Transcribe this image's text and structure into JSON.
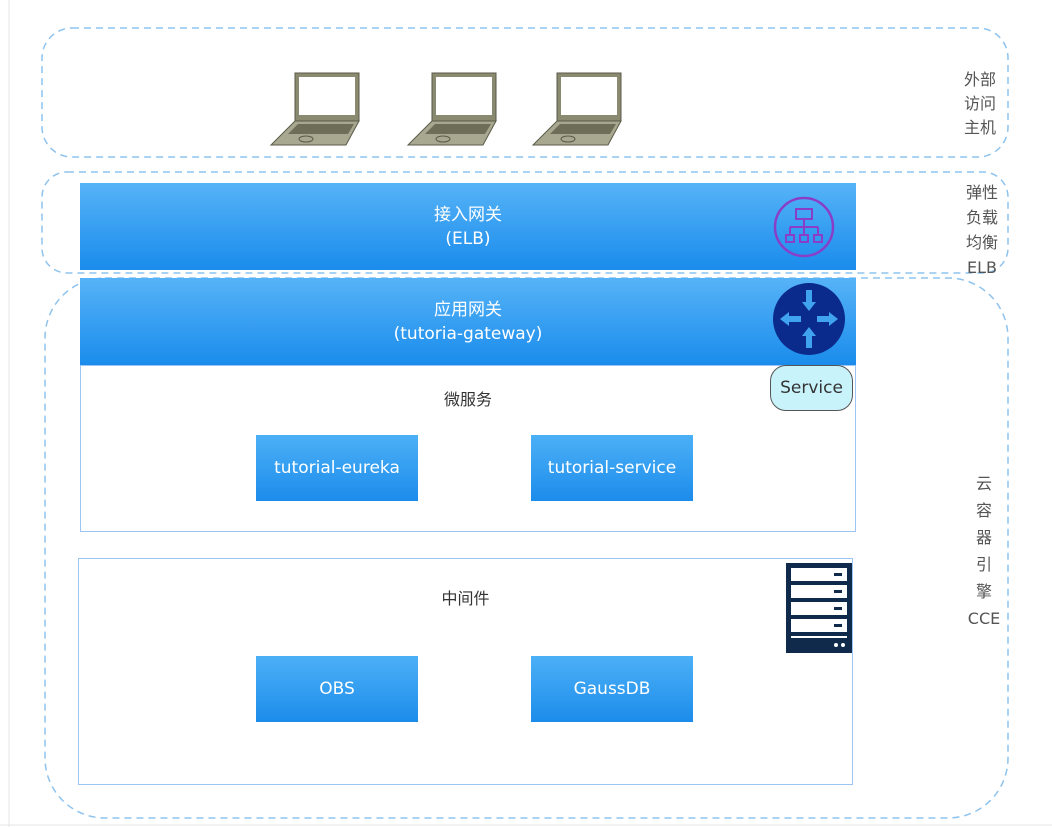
{
  "zones": {
    "external": "外部\n访问\n主机",
    "elb": "弹性\n负载\n均衡\nELB",
    "cce": "云\n容\n器\n引\n擎\nCCE"
  },
  "elb_bar": {
    "title": "接入网关",
    "subtitle": "(ELB)"
  },
  "gateway_bar": {
    "title": "应用网关",
    "subtitle": "(tutoria-gateway)"
  },
  "service_badge": "Service",
  "microservices": {
    "title": "微服务",
    "items": [
      "tutorial-eureka",
      "tutorial-service"
    ]
  },
  "middleware": {
    "title": "中间件",
    "items": [
      "OBS",
      "GaussDB"
    ]
  },
  "colors": {
    "bar": "#1a8cec",
    "dash": "#8ec3ee",
    "router": "#0a2a8c",
    "server": "#102a4c",
    "badge": "#c9f3fb"
  }
}
